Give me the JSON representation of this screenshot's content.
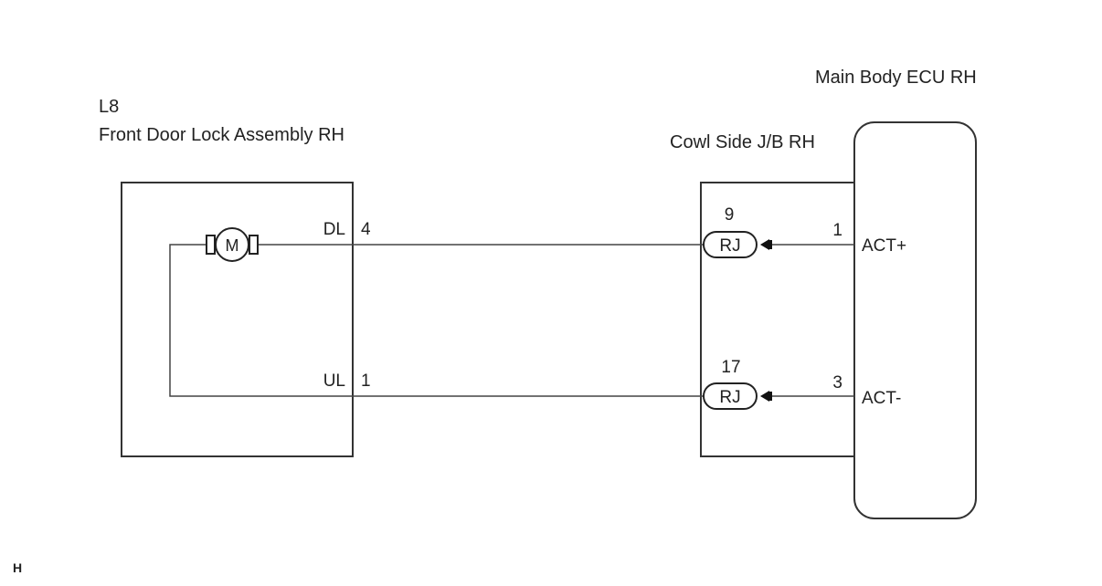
{
  "components": {
    "door_lock": {
      "code": "L8",
      "name": "Front Door Lock Assembly RH",
      "motor_symbol": "M",
      "pins": [
        {
          "label": "DL",
          "number": "4"
        },
        {
          "label": "UL",
          "number": "1"
        }
      ]
    },
    "junction_block": {
      "name": "Cowl Side J/B RH",
      "connectors": [
        {
          "pin": "9",
          "code": "RJ"
        },
        {
          "pin": "17",
          "code": "RJ"
        }
      ]
    },
    "ecu": {
      "name": "Main Body ECU RH",
      "pins": [
        {
          "number": "1",
          "signal": "ACT+"
        },
        {
          "number": "3",
          "signal": "ACT-"
        }
      ]
    }
  },
  "footer_mark": "H"
}
